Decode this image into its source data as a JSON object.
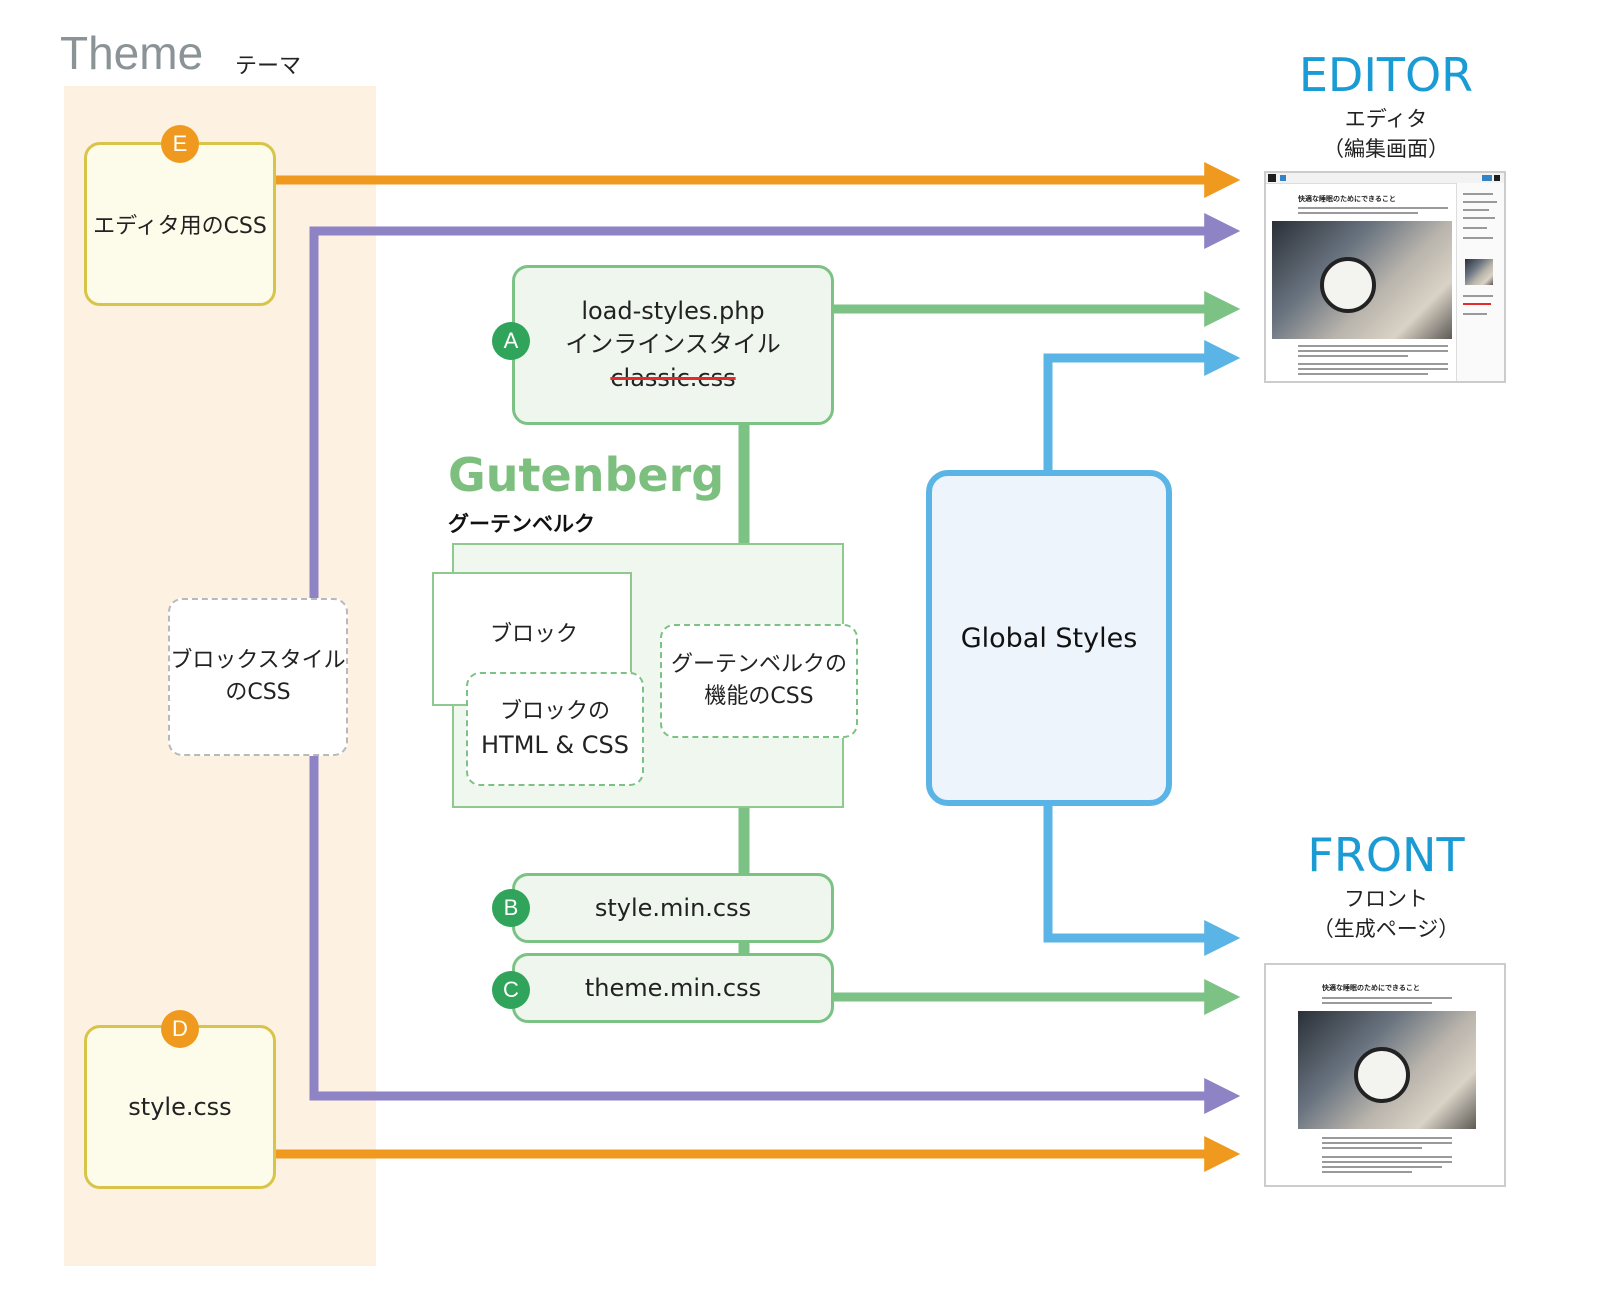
{
  "theme": {
    "title": "Theme",
    "subtitle": "テーマ",
    "editor_css": "エディタ用のCSS",
    "block_style_css_line1": "ブロックスタイル",
    "block_style_css_line2": "のCSS",
    "style_css": "style.css",
    "badge_e": "E",
    "badge_d": "D"
  },
  "gutenberg": {
    "title": "Gutenberg",
    "subtitle": "グーテンベルク",
    "load_styles_line1": "load-styles.php",
    "load_styles_line2": "インラインスタイル",
    "load_styles_line3": "classic.css",
    "block": "ブロック",
    "block_html_line1": "ブロックの",
    "block_html_line2": "HTML & CSS",
    "feature_css_line1": "グーテンベルクの",
    "feature_css_line2": "機能のCSS",
    "style_min": "style.min.css",
    "theme_min": "theme.min.css",
    "badge_a": "A",
    "badge_b": "B",
    "badge_c": "C"
  },
  "global_styles": "Global Styles",
  "targets": {
    "editor_title": "EDITOR",
    "editor_sub1": "エディタ",
    "editor_sub2": "（編集画面）",
    "front_title": "FRONT",
    "front_sub1": "フロント",
    "front_sub2": "（生成ページ）",
    "editor_heading": "快適な睡眠のためにできること",
    "front_heading": "快適な睡眠のためにできること"
  },
  "colors": {
    "orange": "#ef9a1e",
    "purple": "#8e83c4",
    "green": "#7cc285",
    "blue": "#5ab4e6",
    "strike_red": "#e32b2b",
    "badge_green": "#2fa45a"
  }
}
